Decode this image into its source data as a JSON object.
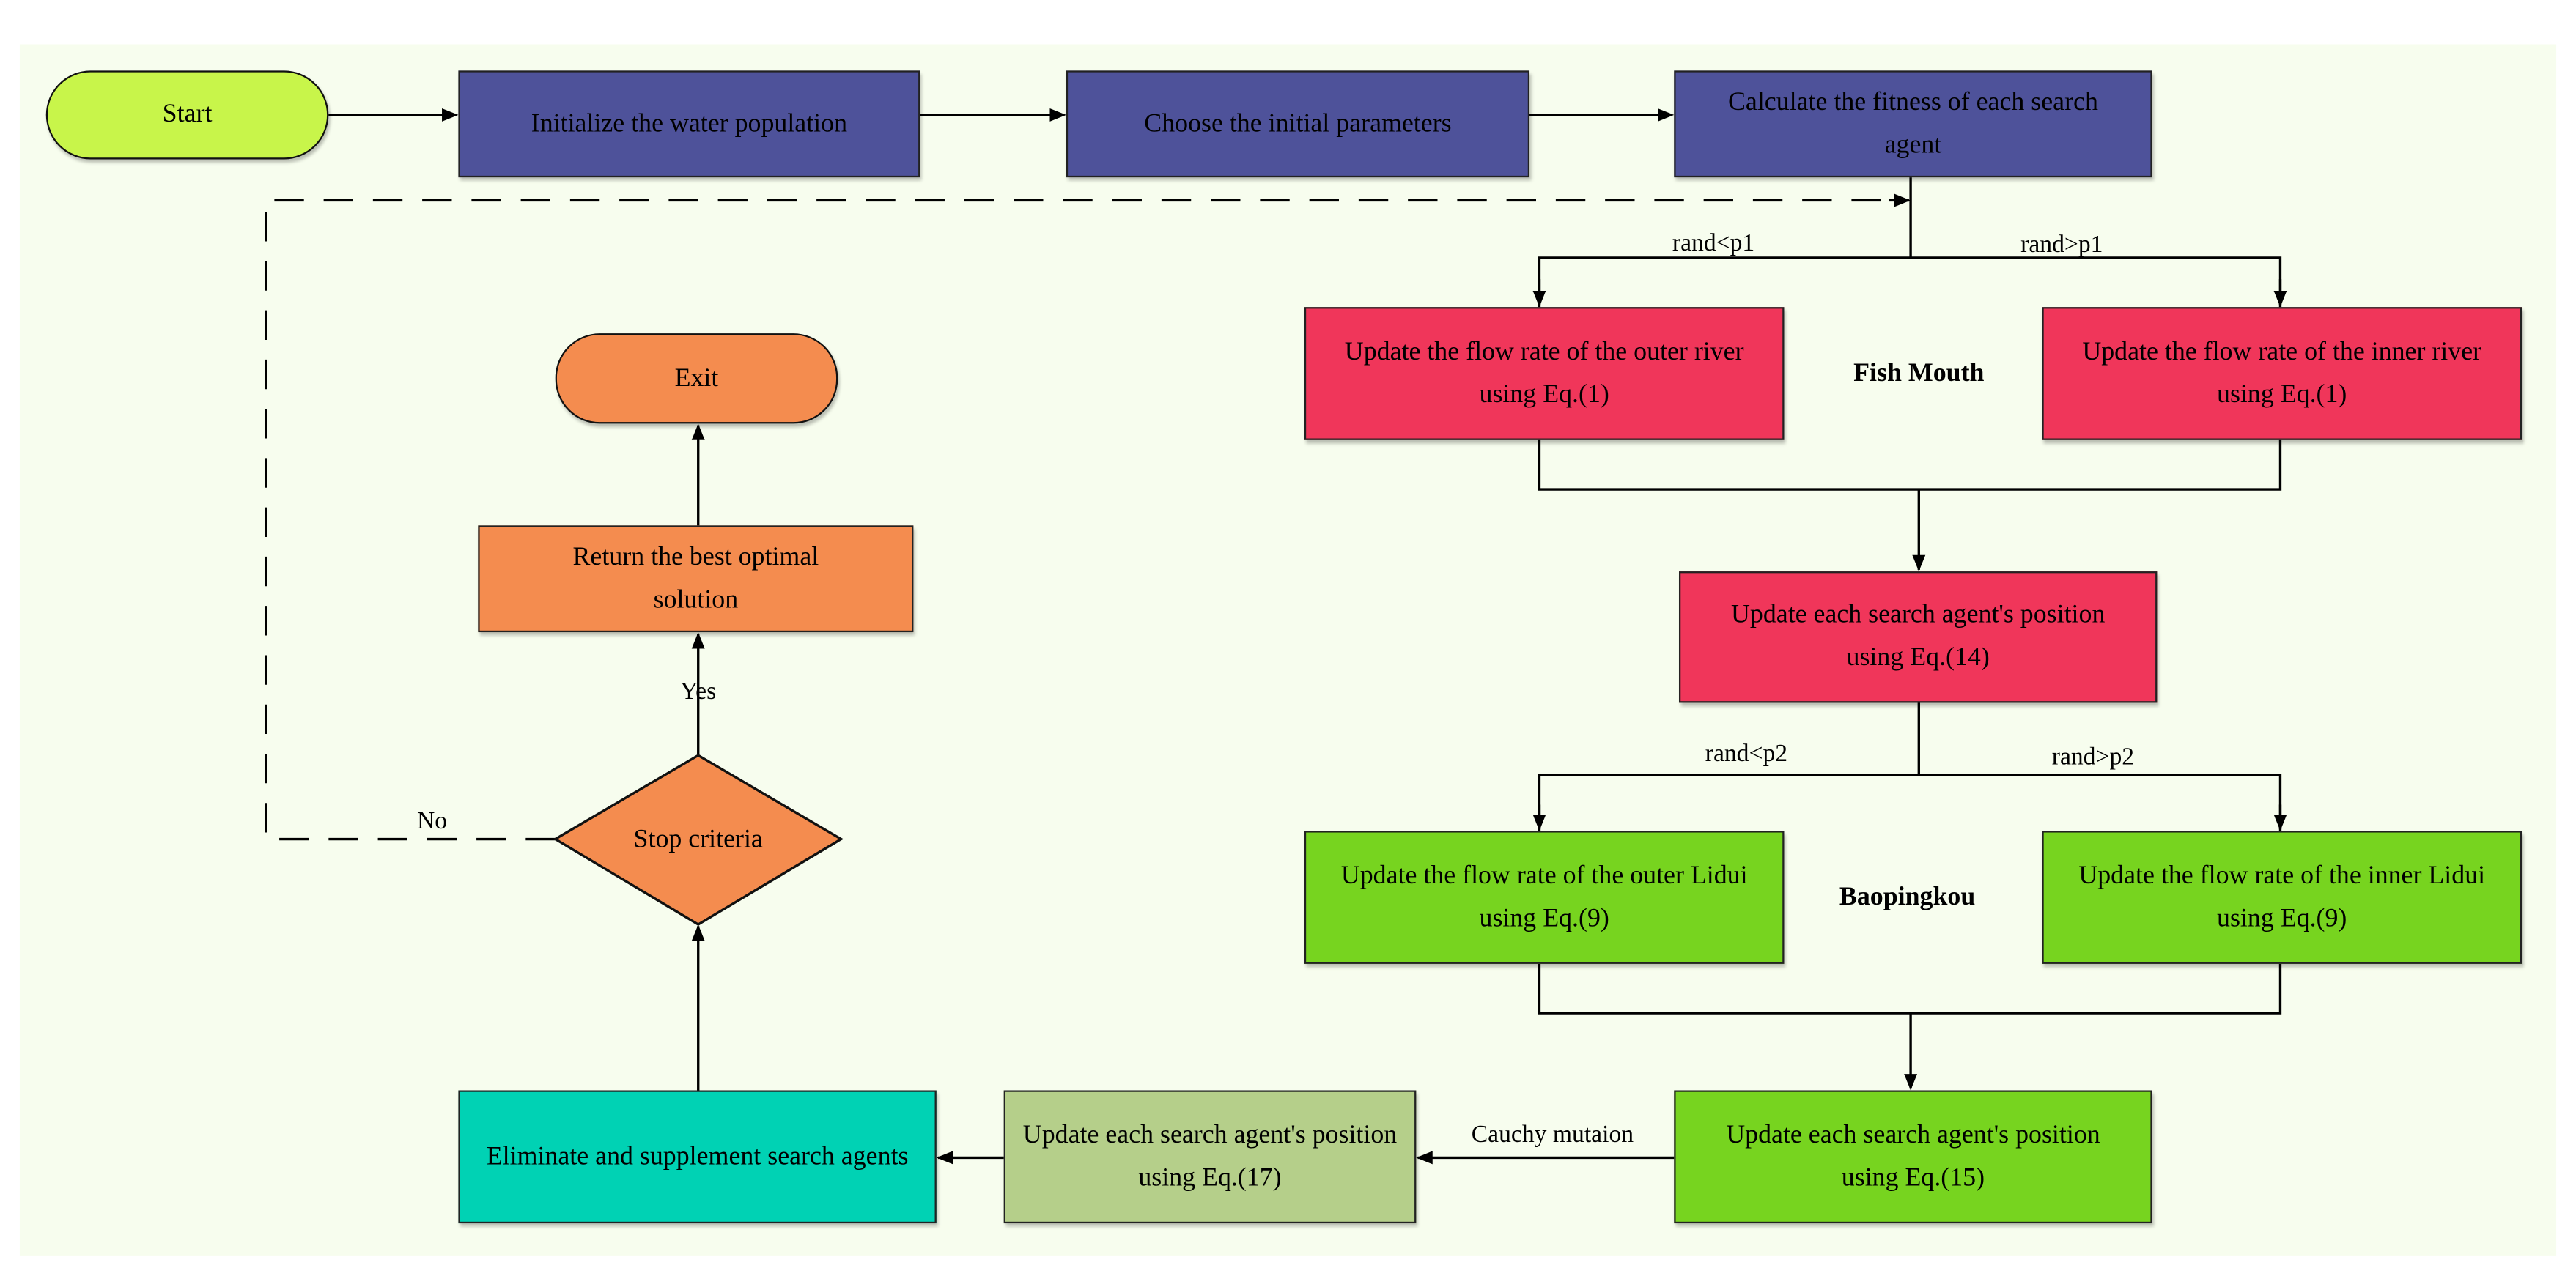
{
  "nodes": {
    "start": "Start",
    "init": "Initialize the water population",
    "choose": "Choose the initial parameters",
    "fitness": "Calculate the fitness of each search agent",
    "outer_river": "Update the flow rate of the outer river using Eq.(1)",
    "inner_river": "Update the flow rate of the inner river using Eq.(1)",
    "position14": "Update each search agent's position using Eq.(14)",
    "outer_lidui": "Update the flow rate of the outer Lidui using Eq.(9)",
    "inner_lidui": "Update the flow rate of the inner Lidui using Eq.(9)",
    "position15": "Update each search agent's position  using Eq.(15)",
    "position17": "Update each search agent's position using Eq.(17)",
    "eliminate": "Eliminate and supplement search agents",
    "stop": "Stop criteria",
    "return": "Return the best optimal solution",
    "exit": "Exit"
  },
  "labels": {
    "rand_lt_p1": "rand<p1",
    "rand_gt_p1": "rand>p1",
    "fish_mouth": "Fish Mouth",
    "rand_lt_p2": "rand<p2",
    "rand_gt_p2": "rand>p2",
    "baopingkou": "Baopingkou",
    "cauchy": "Cauchy mutaion",
    "yes": "Yes",
    "no": "No"
  },
  "colors": {
    "start": "#c8f54a",
    "init_blocks": "#4e529a",
    "fish_mouth": "#f0365a",
    "baopingkou": "#77d41f",
    "cauchy": "#b5cf8a",
    "eliminate": "#00d2b4",
    "exit_blocks": "#f48c4f"
  }
}
